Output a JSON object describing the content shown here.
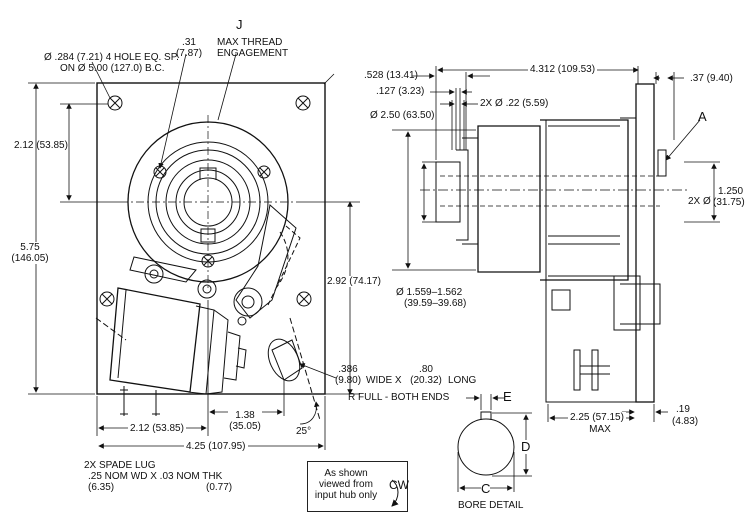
{
  "labels": {
    "hole_pattern_1": "Ø .284 (7.21) 4 HOLE EQ. SP.",
    "hole_pattern_2": "ON Ø 5.00 (127.0) B.C.",
    "thread_depth": ".31",
    "thread_depth_mm": "(7.87)",
    "callout_j": "J",
    "max_thread_1": "MAX THREAD",
    "max_thread_2": "ENGAGEMENT",
    "dim_212": "2.12 (53.85)",
    "dim_575": "5.75",
    "dim_575_mm": "(146.05)",
    "dim_292": "2.92 (74.17)",
    "dim_386": ".386",
    "dim_386_mm": "(9.80)",
    "slot_wide": "WIDE X",
    "dim_80": ".80",
    "dim_80_mm": "(20.32)",
    "slot_long": "LONG",
    "r_full": "R FULL - BOTH ENDS",
    "dim_138": "1.38",
    "dim_138_mm": "(35.05)",
    "angle_25": "25°",
    "dim_212_bottom": "2.12 (53.85)",
    "dim_425": "4.25 (107.95)",
    "spade_1": "2X SPADE LUG",
    "spade_2": ".25 NOM WD X .03 NOM THK",
    "spade_mm_1": "(6.35)",
    "spade_mm_2": "(0.77)",
    "dim_528": ".528 (13.41)",
    "dim_127": ".127 (3.23)",
    "dim_4312": "4.312 (109.53)",
    "dim_37": ".37 (9.40)",
    "dim_2x_22": "2X Ø .22 (5.59)",
    "dia_250": "Ø 2.50 (63.50)",
    "callout_a": "A",
    "dia_1250_prefix": "2X Ø",
    "dia_1250": "1.250",
    "dia_1250_mm": "(31.75)",
    "dia_1559": "Ø 1.559–1.562",
    "dia_1559_mm": "(39.59–39.68)",
    "dim_225": "2.25 (57.15)",
    "max": "MAX",
    "dim_19": ".19",
    "dim_19_mm": "(4.83)",
    "callout_e": "E",
    "callout_d": "D",
    "callout_c": "C",
    "bore_detail": "BORE DETAIL",
    "note": "As shown viewed from input hub only",
    "rotation": "CW"
  }
}
